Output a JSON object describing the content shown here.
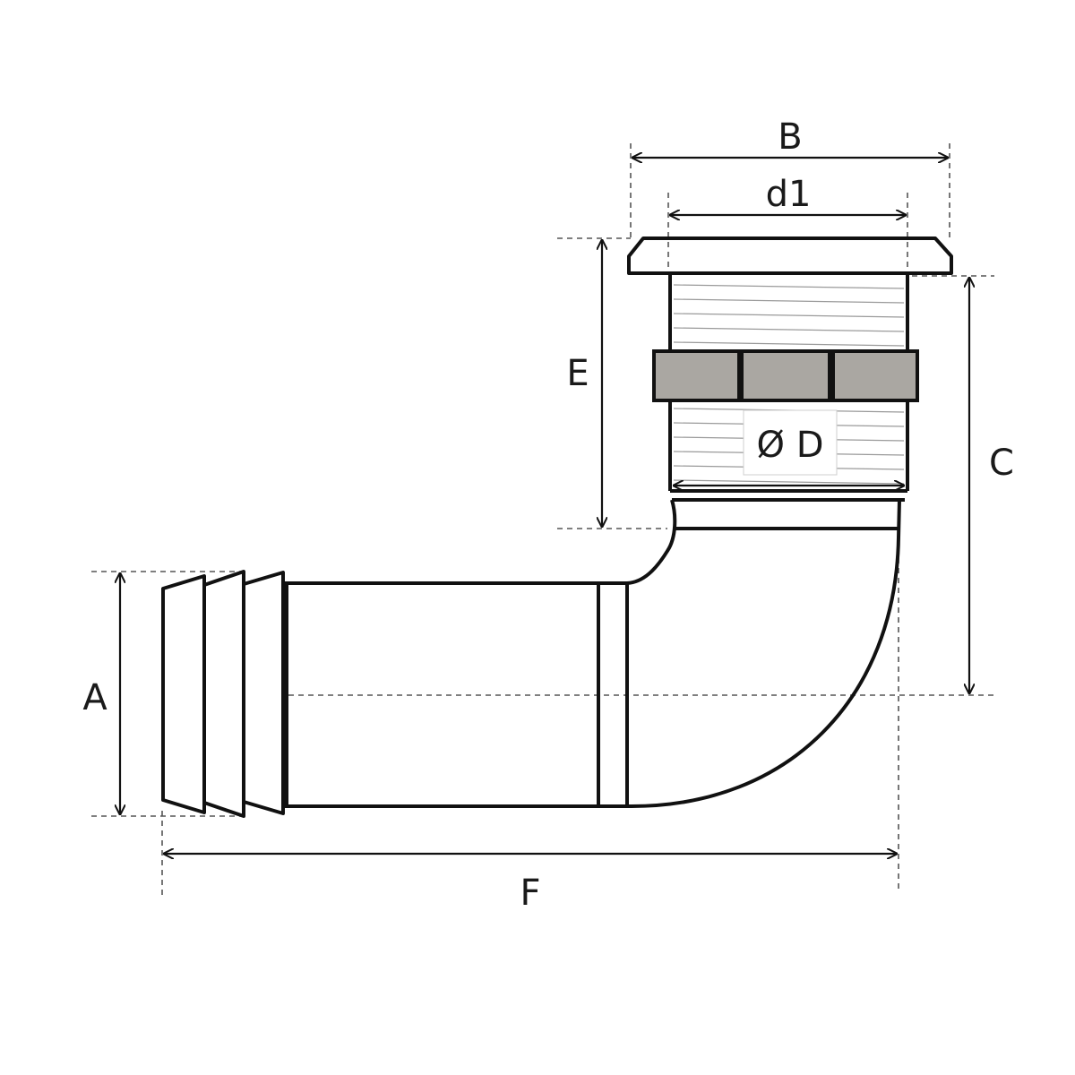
{
  "diagram": {
    "labels": {
      "A": "A",
      "B": "B",
      "C": "C",
      "d1": "d1",
      "E": "E",
      "F": "F",
      "D": "Ø D"
    },
    "colors": {
      "line": "#111111",
      "nut_fill": "#aaa7a2",
      "extension": "#555555",
      "thread": "#9a9a9a",
      "background": "#ffffff"
    }
  }
}
